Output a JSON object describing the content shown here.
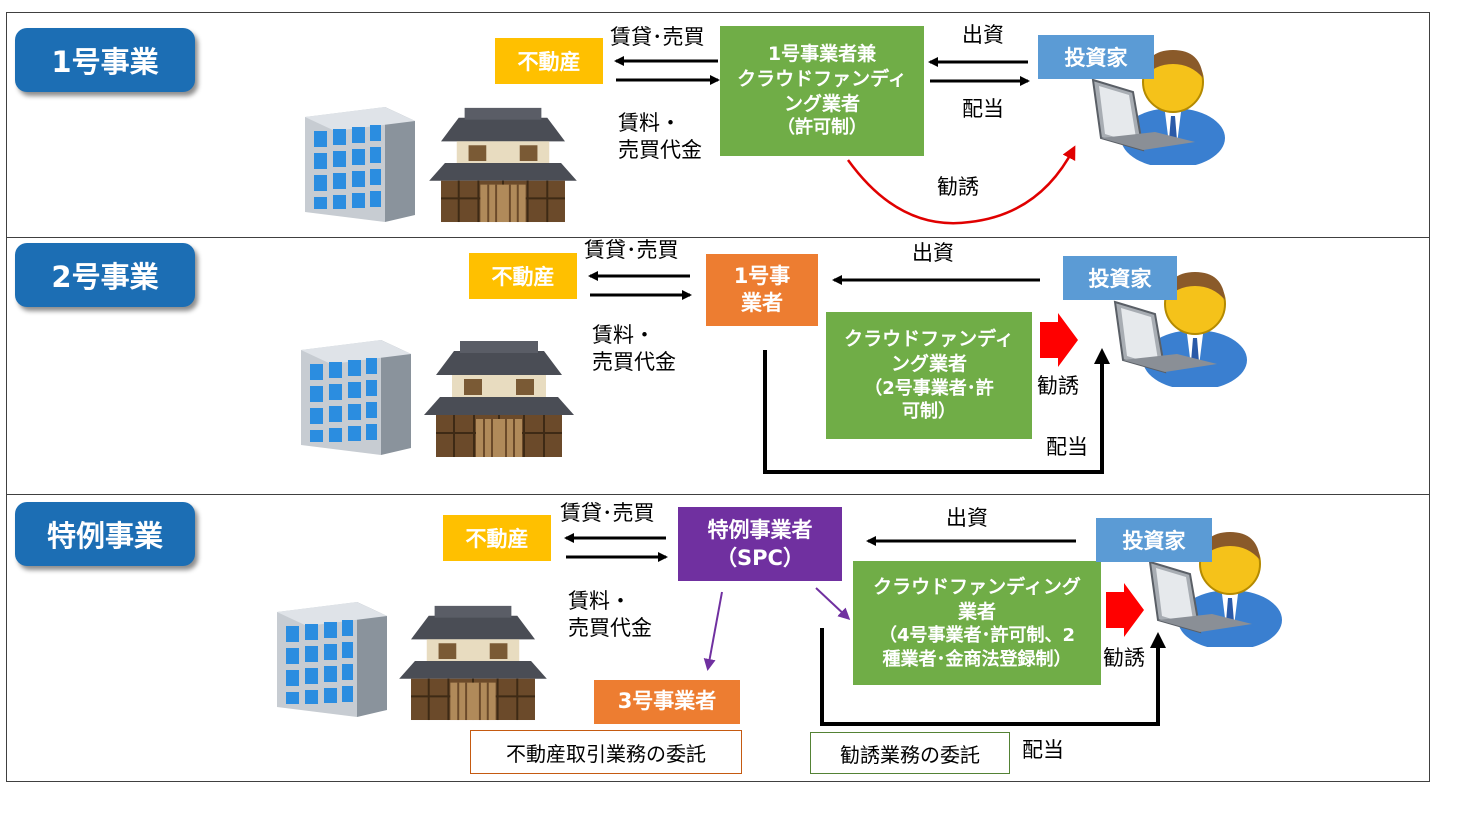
{
  "colors": {
    "tag": "#1c6eb4",
    "realestate": "#ffc000",
    "investor": "#5b9bd5",
    "crowdfunding": "#70ad47",
    "operator": "#ed7d31",
    "spc": "#7030a0",
    "solicit_arrow": "#ff0000"
  },
  "icons": [
    "office-building-icon",
    "japanese-house-icon",
    "investor-laptop-icon"
  ],
  "labels": {
    "realestate": "不動産",
    "investor": "投資家",
    "lease_sale": "賃貸･売買",
    "rent": "賃料・",
    "sale_price": "売買代金",
    "investment": "出資",
    "dividend": "配当",
    "solicitation": "勧誘"
  },
  "section1": {
    "title": "1号事業",
    "operator_lines": [
      "1号事業者兼",
      "クラウドファンディ",
      "ング業者",
      "（許可制）"
    ]
  },
  "section2": {
    "title": "2号事業",
    "operator_lines": [
      "1号事",
      "業者"
    ],
    "crowdfunding_lines": [
      "クラウドファンディ",
      "ング業者",
      "（2号事業者･許",
      "可制）"
    ]
  },
  "section3": {
    "title": "特例事業",
    "spc_lines": [
      "特例事業者",
      "（SPC）"
    ],
    "crowdfunding_lines": [
      "クラウドファンディング",
      "業者",
      "（4号事業者･許可制、2",
      "種業者･金商法登録制）"
    ],
    "op3": "3号事業者",
    "entrust_realestate": "不動産取引業務の委託",
    "entrust_solicit": "勧誘業務の委託"
  }
}
